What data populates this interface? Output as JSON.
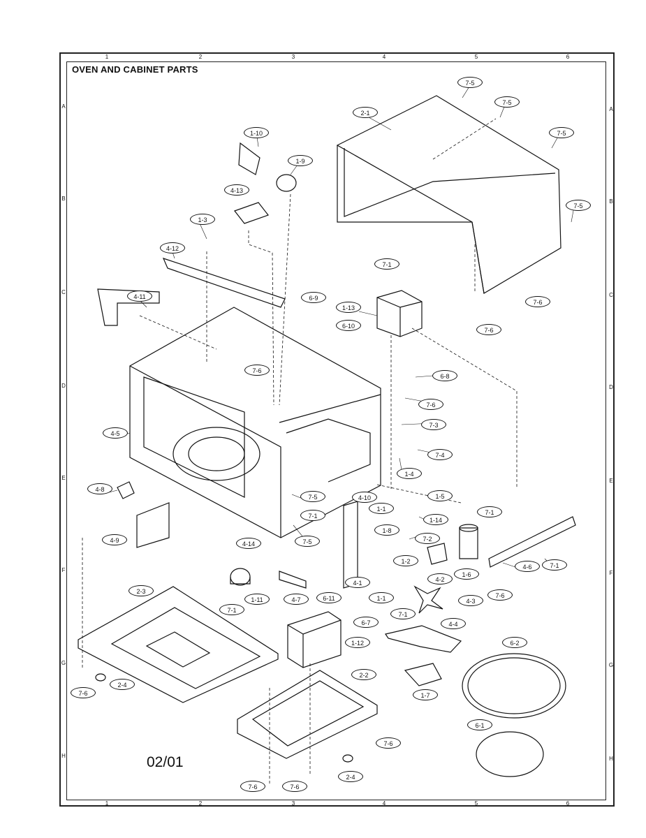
{
  "title": "OVEN AND CABINET PARTS",
  "footer_note": "02/01",
  "grid": {
    "columns": [
      "1",
      "2",
      "3",
      "4",
      "5",
      "6"
    ],
    "columns_bottom": [
      "1",
      "2",
      "3",
      "4",
      "5",
      "6"
    ],
    "rows": [
      "A",
      "B",
      "C",
      "D",
      "E",
      "F",
      "G",
      "H"
    ]
  },
  "part_labels": [
    "7-5",
    "7-5",
    "2-1",
    "7-5",
    "1-10",
    "1-9",
    "4-13",
    "7-5",
    "1-3",
    "4-12",
    "7-1",
    "4-11",
    "1-13",
    "6-9",
    "7-6",
    "6-10",
    "7-6",
    "7-6",
    "6-8",
    "4-5",
    "7-6",
    "7-3",
    "7-4",
    "1-4",
    "4-8",
    "7-5",
    "4-10",
    "1-5",
    "1-1",
    "7-1",
    "7-1",
    "1-8",
    "1-14",
    "4-9",
    "7-5",
    "7-2",
    "4-14",
    "1-2",
    "4-6",
    "7-1",
    "4-2",
    "1-6",
    "4-1",
    "1-11",
    "4-7",
    "6-11",
    "1-1",
    "7-6",
    "2-3",
    "4-3",
    "7-1",
    "7-1",
    "6-7",
    "4-4",
    "1-12",
    "6-2",
    "2-2",
    "7-6",
    "2-4",
    "1-7",
    "7-6",
    "6-1",
    "7-6",
    "7-6",
    "2-4"
  ]
}
